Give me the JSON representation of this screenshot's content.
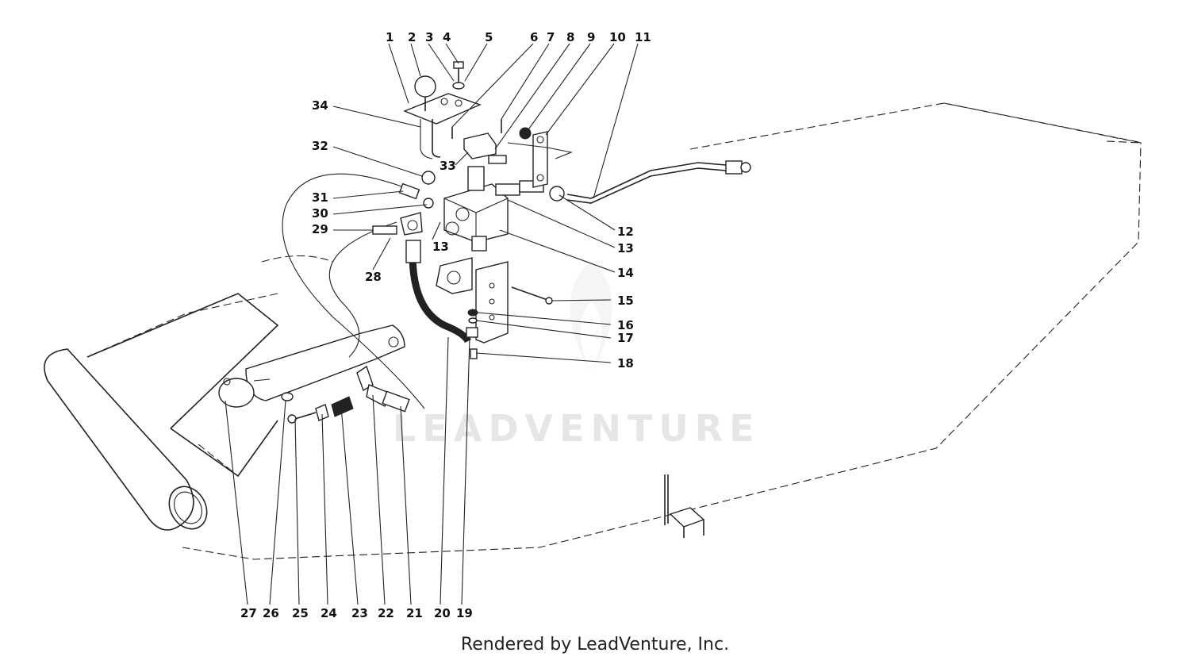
{
  "callouts": [
    "1",
    "2",
    "3",
    "4",
    "5",
    "6",
    "7",
    "8",
    "9",
    "10",
    "11",
    "12",
    "13",
    "13",
    "14",
    "15",
    "16",
    "17",
    "18",
    "19",
    "20",
    "21",
    "22",
    "23",
    "24",
    "25",
    "26",
    "27",
    "28",
    "29",
    "30",
    "31",
    "32",
    "33",
    "34"
  ],
  "watermark": "LEADVENTURE",
  "credit": "Rendered by LeadVenture, Inc.",
  "colors": {
    "ink": "#222222",
    "watermark": "#e6e6e6",
    "background": "#ffffff"
  }
}
